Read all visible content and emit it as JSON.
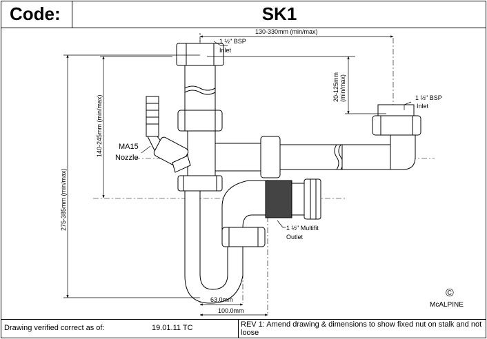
{
  "header": {
    "code_label": "Code:",
    "code_value": "SK1"
  },
  "labels": {
    "top_inlet_line1": "1 ½\" BSP",
    "top_inlet_line2": "Inlet",
    "side_inlet_line1": "1 ½\" BSP",
    "side_inlet_line2": "Inlet",
    "nozzle_line1": "MA15",
    "nozzle_line2": "Nozzle",
    "outlet_line1": "1 ½\" Multifit",
    "outlet_line2": "Outlet",
    "copyright_symbol": "©",
    "brand": "McALPINE"
  },
  "dimensions": {
    "horizontal_top": "130-330mm (min/max)",
    "drop_line1": "20-125mm",
    "drop_line2": "(min/max)",
    "overall_height": "275-385mm (min/max)",
    "nozzle_height": "140-245mm (min/max)",
    "width_63": "63.0mm",
    "width_100": "100.0mm"
  },
  "footer": {
    "verified_label": "Drawing verified  correct as of:",
    "verified_date": "19.01.11  TC",
    "revision": "REV 1: Amend drawing & dimensions to show fixed nut on stalk and not loose"
  }
}
